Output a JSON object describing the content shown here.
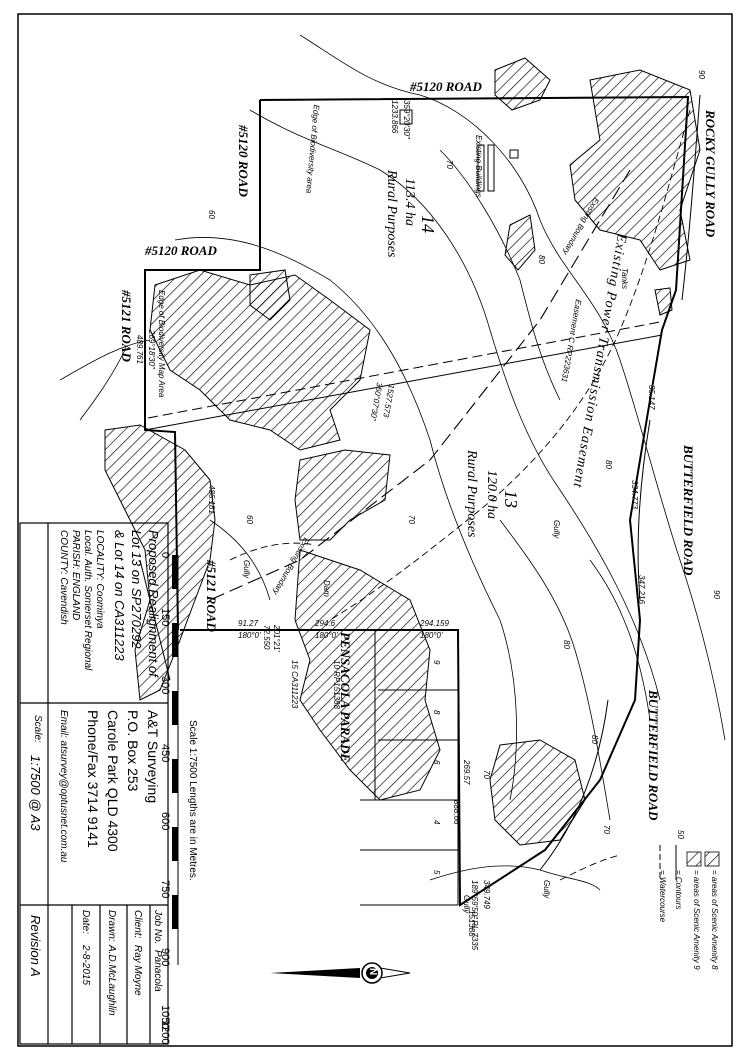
{
  "plan": {
    "title_lines": [
      "Proposed Realignment of",
      "Lot 13 on SP270292",
      "& Lot 14 on CA311223"
    ],
    "locality": "LOCALITY: Coominya",
    "local_auth": "Local. Auth. Somerset Regional",
    "parish": "PARISH: ENGLAND",
    "county": "COUNTY: Cavendish",
    "company": [
      "A&T Surveying",
      "P.O. Box 253",
      "Carole Park QLD  4300",
      "Phone/Fax 3714  9141"
    ],
    "email": "Email: atsurvey@optusnet.com.au",
    "scale_label": "Scale:",
    "scale_value": "1:7500 @ A3",
    "job_no_label": "Job No.",
    "job_no": "Panacola",
    "client_label": "Client:",
    "client": "Ray Moyne",
    "drawn_label": "Drawn:",
    "drawn": "A.D.McLaughlin",
    "date_label": "Date:",
    "date": "2-8-2015",
    "revision": "Revision A"
  },
  "scale_bar": {
    "caption": "Scale 1:7500 Lengths are in Metres.",
    "ticks": [
      "0",
      "150",
      "300",
      "450",
      "600",
      "750",
      "900",
      "1050",
      "1200"
    ]
  },
  "legend": {
    "items": [
      "= areas of Scenic Amenity 8",
      "= areas of Scenic Amenity 9",
      "= Contours",
      "= Watercourse"
    ],
    "contour_sample": "50"
  },
  "roads": {
    "r5120_top": "#5120 ROAD",
    "r5120_left": "#5120 ROAD",
    "r5120_mid": "#5120 ROAD",
    "r5121_left": "#5121 ROAD",
    "r5121_bottom": "#5121 ROAD",
    "rocky_gully": "ROCKY GULLY ROAD",
    "butterfield_1": "BUTTERFIELD ROAD",
    "butterfield_2": "BUTTERFIELD ROAD",
    "pensacola": "PENSACOLA PARADE"
  },
  "lots": {
    "lot14_number": "14",
    "lot14_area": "113.4 ha",
    "lot14_use": "Rural Purposes",
    "lot13_number": "13",
    "lot13_area": "120.0 ha",
    "lot13_use": "Rural Purposes"
  },
  "annotations": {
    "easement": "Existing Power Transmission Easement",
    "easement_ref": "Easement C RP223631",
    "existing_buildings": "Existing Buildings",
    "edge_biodiversity_top": "Edge of Biodiversity area",
    "edge_biodiversity_left": "Edge of Biodiversity Map Area",
    "existing_boundary_1": "Existing Boundary",
    "existing_boundary_2": "Existing Boundary",
    "tanks": "Tanks",
    "dam": "Dam",
    "gully_1": "Gully",
    "gully_2": "Gully",
    "gully_3": "Gully",
    "gully_4": "Gully"
  },
  "dimensions": {
    "d1": "359°20'30\"",
    "d2": "1233.866",
    "d3": "269°18'30\"",
    "d4": "489.761",
    "d5": "1527.573",
    "d6": "350°07'30\"",
    "d7": "35.147",
    "d8": "334.773",
    "d9": "347.216",
    "d10": "91.27",
    "d11": "180°0'",
    "d12": "294.6",
    "d13": "180°0'",
    "d14": "294.159",
    "d15": "180°0'",
    "d16": "486.181",
    "d17": "269.57",
    "d18": "888.66",
    "d19": "349.749",
    "d20": "189°59'50\"",
    "d21": "201°21'",
    "d22": "72.550",
    "d23": "RL 7335"
  },
  "lot_refs": {
    "ref1": "15 CA311223",
    "ref2": "10 RP151388",
    "ref3": "151388",
    "ref4": "4",
    "ref5": "5",
    "ref6": "6",
    "ref7": "9",
    "ref8": "8"
  },
  "contours": [
    "90",
    "90",
    "80",
    "80",
    "80",
    "70",
    "70",
    "70",
    "60",
    "60",
    "70",
    "80"
  ],
  "compass": {
    "north": "N"
  }
}
